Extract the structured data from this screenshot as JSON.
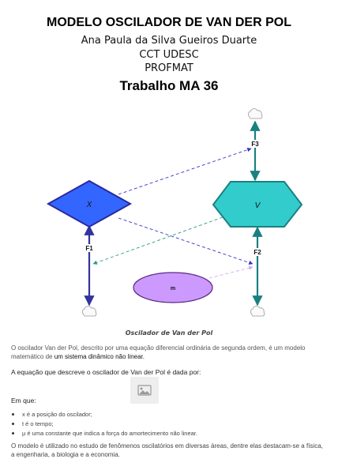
{
  "header": {
    "title": "MODELO OSCILADOR DE VAN DER POL",
    "author": "Ana Paula da Silva Gueiros Duarte",
    "institution": "CCT UDESC",
    "program": "PROFMAT",
    "subtitle": "Trabalho MA 36"
  },
  "diagram": {
    "nodes": [
      {
        "id": "x",
        "label": "X",
        "shape": "diamond",
        "color": "#3366ff"
      },
      {
        "id": "v",
        "label": "V",
        "shape": "hexagon",
        "color": "#33cccc"
      },
      {
        "id": "m",
        "label": "m",
        "shape": "ellipse",
        "color": "#cc99ff"
      }
    ],
    "flows": [
      {
        "id": "f1",
        "label": "F1",
        "color": "#33339c"
      },
      {
        "id": "f2",
        "label": "F2",
        "color": "#1a8080"
      },
      {
        "id": "f3",
        "label": "F3",
        "color": "#1a8080"
      }
    ],
    "cloud_icon": "cloud-icon"
  },
  "content": {
    "caption": "Oscilador de Van der Pol",
    "intro": "O oscilador Van der Pol, descrito por uma equação diferencial ordinária de segunda ordem, é um modelo matemático de",
    "intro_emphasis": "um sistema dinâmico não linear.",
    "equation_line": "A equação que descreve o oscilador de Van der Pol é dada por:",
    "equation_image": "image-placeholder-icon",
    "where_label": "Em que:",
    "bullets": [
      "x é a posição do oscilador;",
      "t é o tempo;",
      "μ é uma constante que indica a força do amortecimento não linear."
    ],
    "closing": "O modelo é utilizado no estudo de fenômenos oscilatórios em diversas áreas, dentre elas destacam-se a física, a engenharia, a biologia e a economia."
  }
}
